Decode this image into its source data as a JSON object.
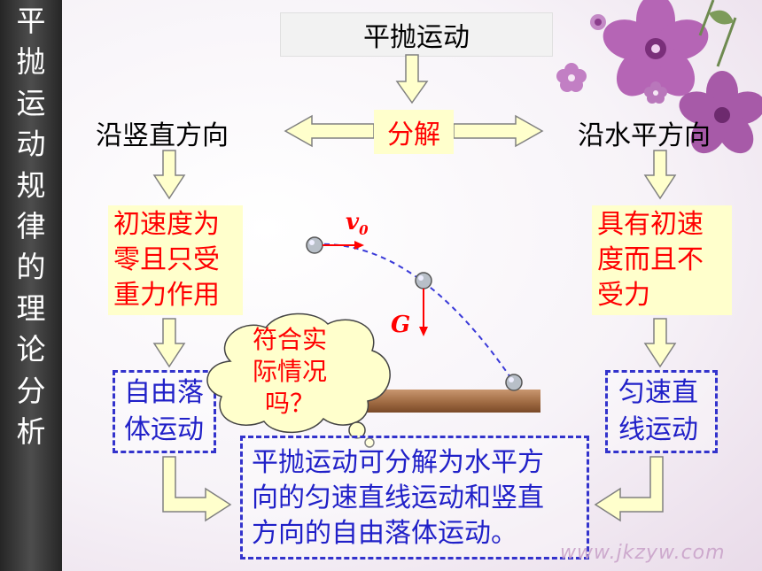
{
  "side_title": [
    "平",
    "抛",
    "运",
    "动",
    "规",
    "律",
    "的",
    "理",
    "论",
    "分",
    "析"
  ],
  "title": "平抛运动",
  "decompose_label": "分解",
  "vertical_direction": "沿竖直方向",
  "horizontal_direction": "沿水平方向",
  "vertical_condition": [
    "初速度为",
    "零且只受",
    "重力作用"
  ],
  "horizontal_condition": [
    "具有初速",
    "度而且不",
    "受力"
  ],
  "vertical_motion": [
    "自由落",
    "体运动"
  ],
  "horizontal_motion": [
    "匀速直",
    "线运动"
  ],
  "cloud_question": [
    "符合实",
    "际情况",
    "吗？"
  ],
  "velocity_label": "v",
  "velocity_subscript": "0",
  "gravity_label": "G",
  "summary": [
    "平抛运动可分解为水平方",
    "向的匀速直线运动和竖直",
    "方向的自由落体运动。"
  ],
  "watermark": "www.jkzyw.com",
  "colors": {
    "accent_red": "#ff0000",
    "box_yellow": "#ffffcc",
    "dashed_blue": "#3333cc",
    "arrow_fill": "#ffffcc"
  }
}
